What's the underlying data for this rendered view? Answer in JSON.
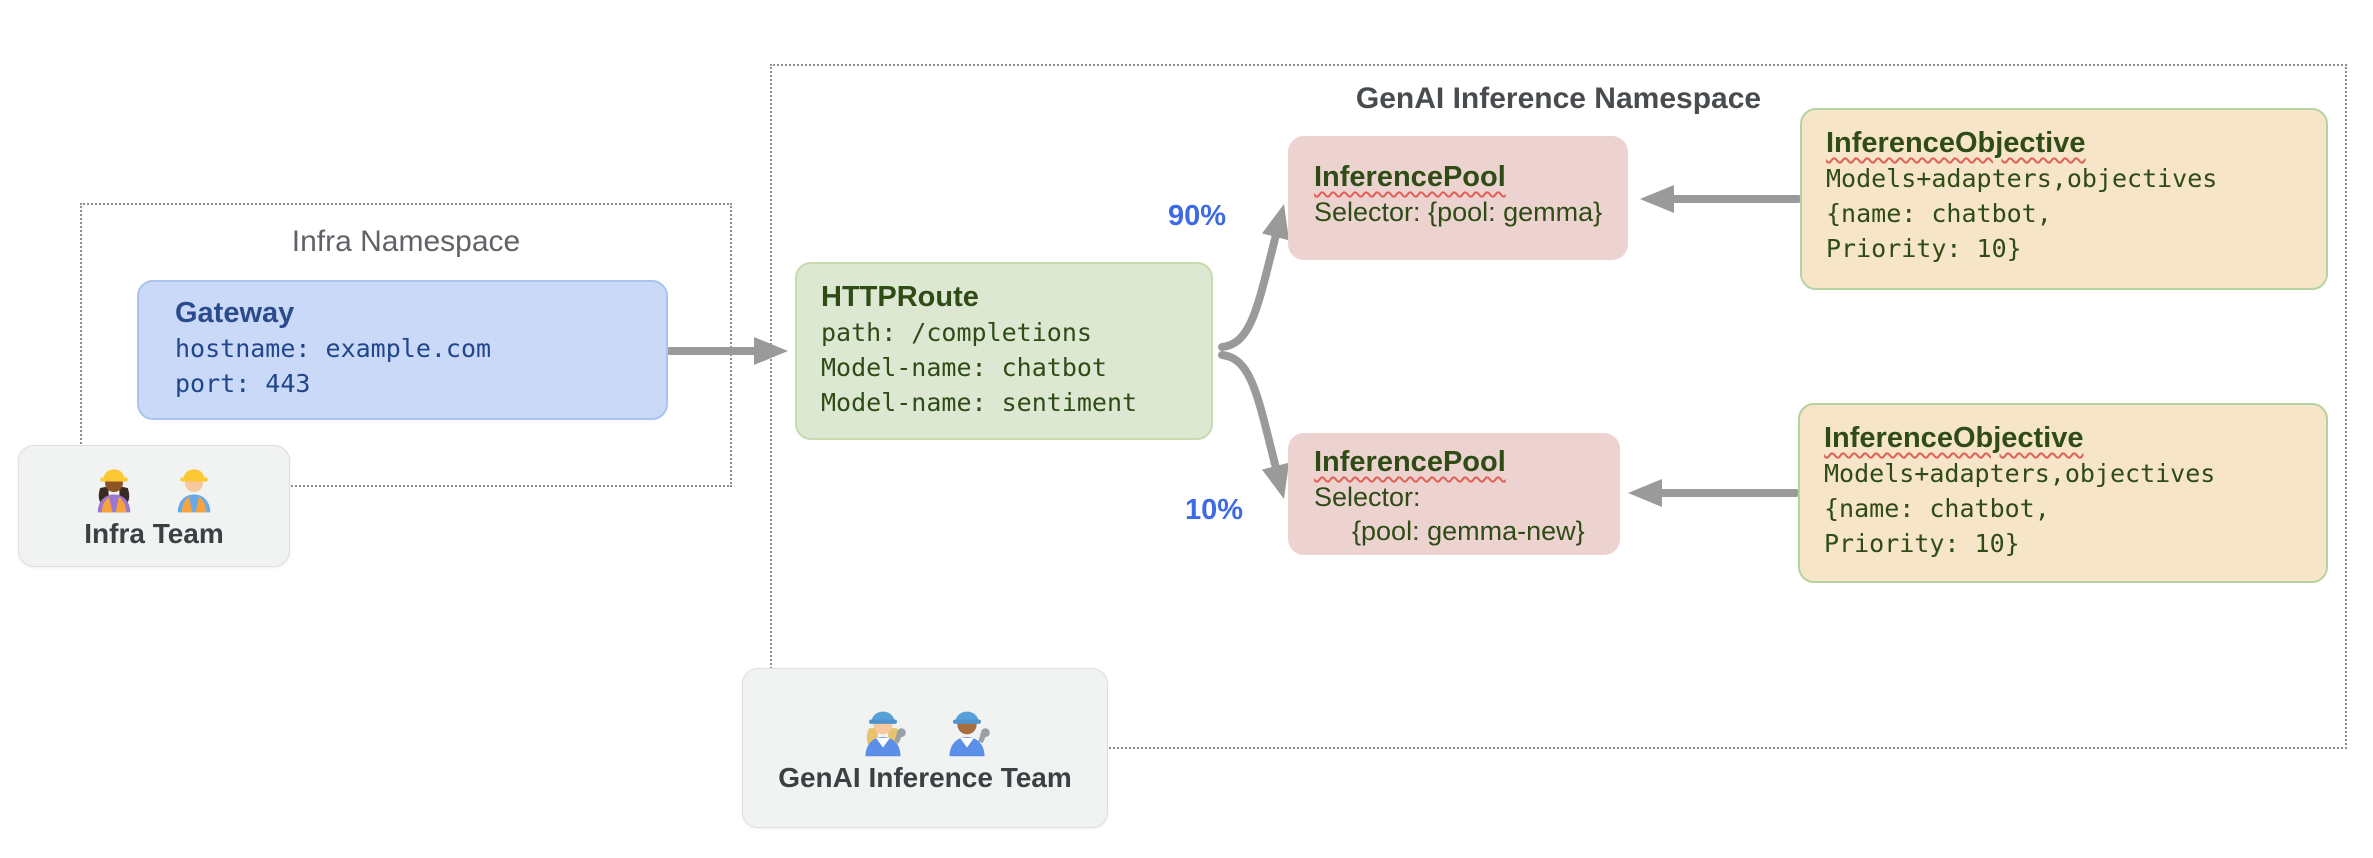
{
  "infra_namespace": {
    "label": "Infra Namespace"
  },
  "gateway": {
    "title": "Gateway",
    "lines": [
      "hostname: example.com",
      "port: 443"
    ]
  },
  "infra_team": {
    "label": "Infra Team",
    "icons": [
      "woman-construction-worker-icon",
      "man-construction-worker-icon"
    ]
  },
  "genai_namespace": {
    "label": "GenAI Inference Namespace"
  },
  "httproute": {
    "title": "HTTPRoute",
    "lines": [
      "path: /completions",
      "Model-name: chatbot",
      "Model-name: sentiment"
    ]
  },
  "traffic": {
    "percents": [
      "90%",
      "10%"
    ]
  },
  "pools": [
    {
      "title": "InferencePool",
      "lines": [
        "Selector: {pool: gemma}"
      ]
    },
    {
      "title": "InferencePool",
      "lines": [
        "Selector:",
        "{pool: gemma-new}"
      ]
    }
  ],
  "objectives": [
    {
      "title": "InferenceObjective",
      "lines": [
        "Models+adapters,objectives",
        "{name: chatbot,",
        "Priority: 10}"
      ]
    },
    {
      "title": "InferenceObjective",
      "lines": [
        "Models+adapters,objectives",
        "{name: chatbot,",
        "Priority: 10}"
      ]
    }
  ],
  "genai_team": {
    "label": "GenAI Inference Team",
    "icons": [
      "woman-mechanic-icon",
      "man-mechanic-icon"
    ]
  },
  "colors": {
    "gateway_fill": "#c9d9f7",
    "gateway_text": "#2b4c8c",
    "httproute_fill": "#dde8d3",
    "pool_fill": "#ecd3d0",
    "objective_fill": "#f6e5c8",
    "objective_border": "#b5d3a0",
    "dark_green_text": "#2f4b16",
    "team_fill": "#f1f2f2",
    "namespace_label_gray": "#5f6368",
    "percent_blue": "#3e6be4",
    "arrow_gray": "#9a9a9a",
    "spellcheck_red": "#e06055"
  }
}
